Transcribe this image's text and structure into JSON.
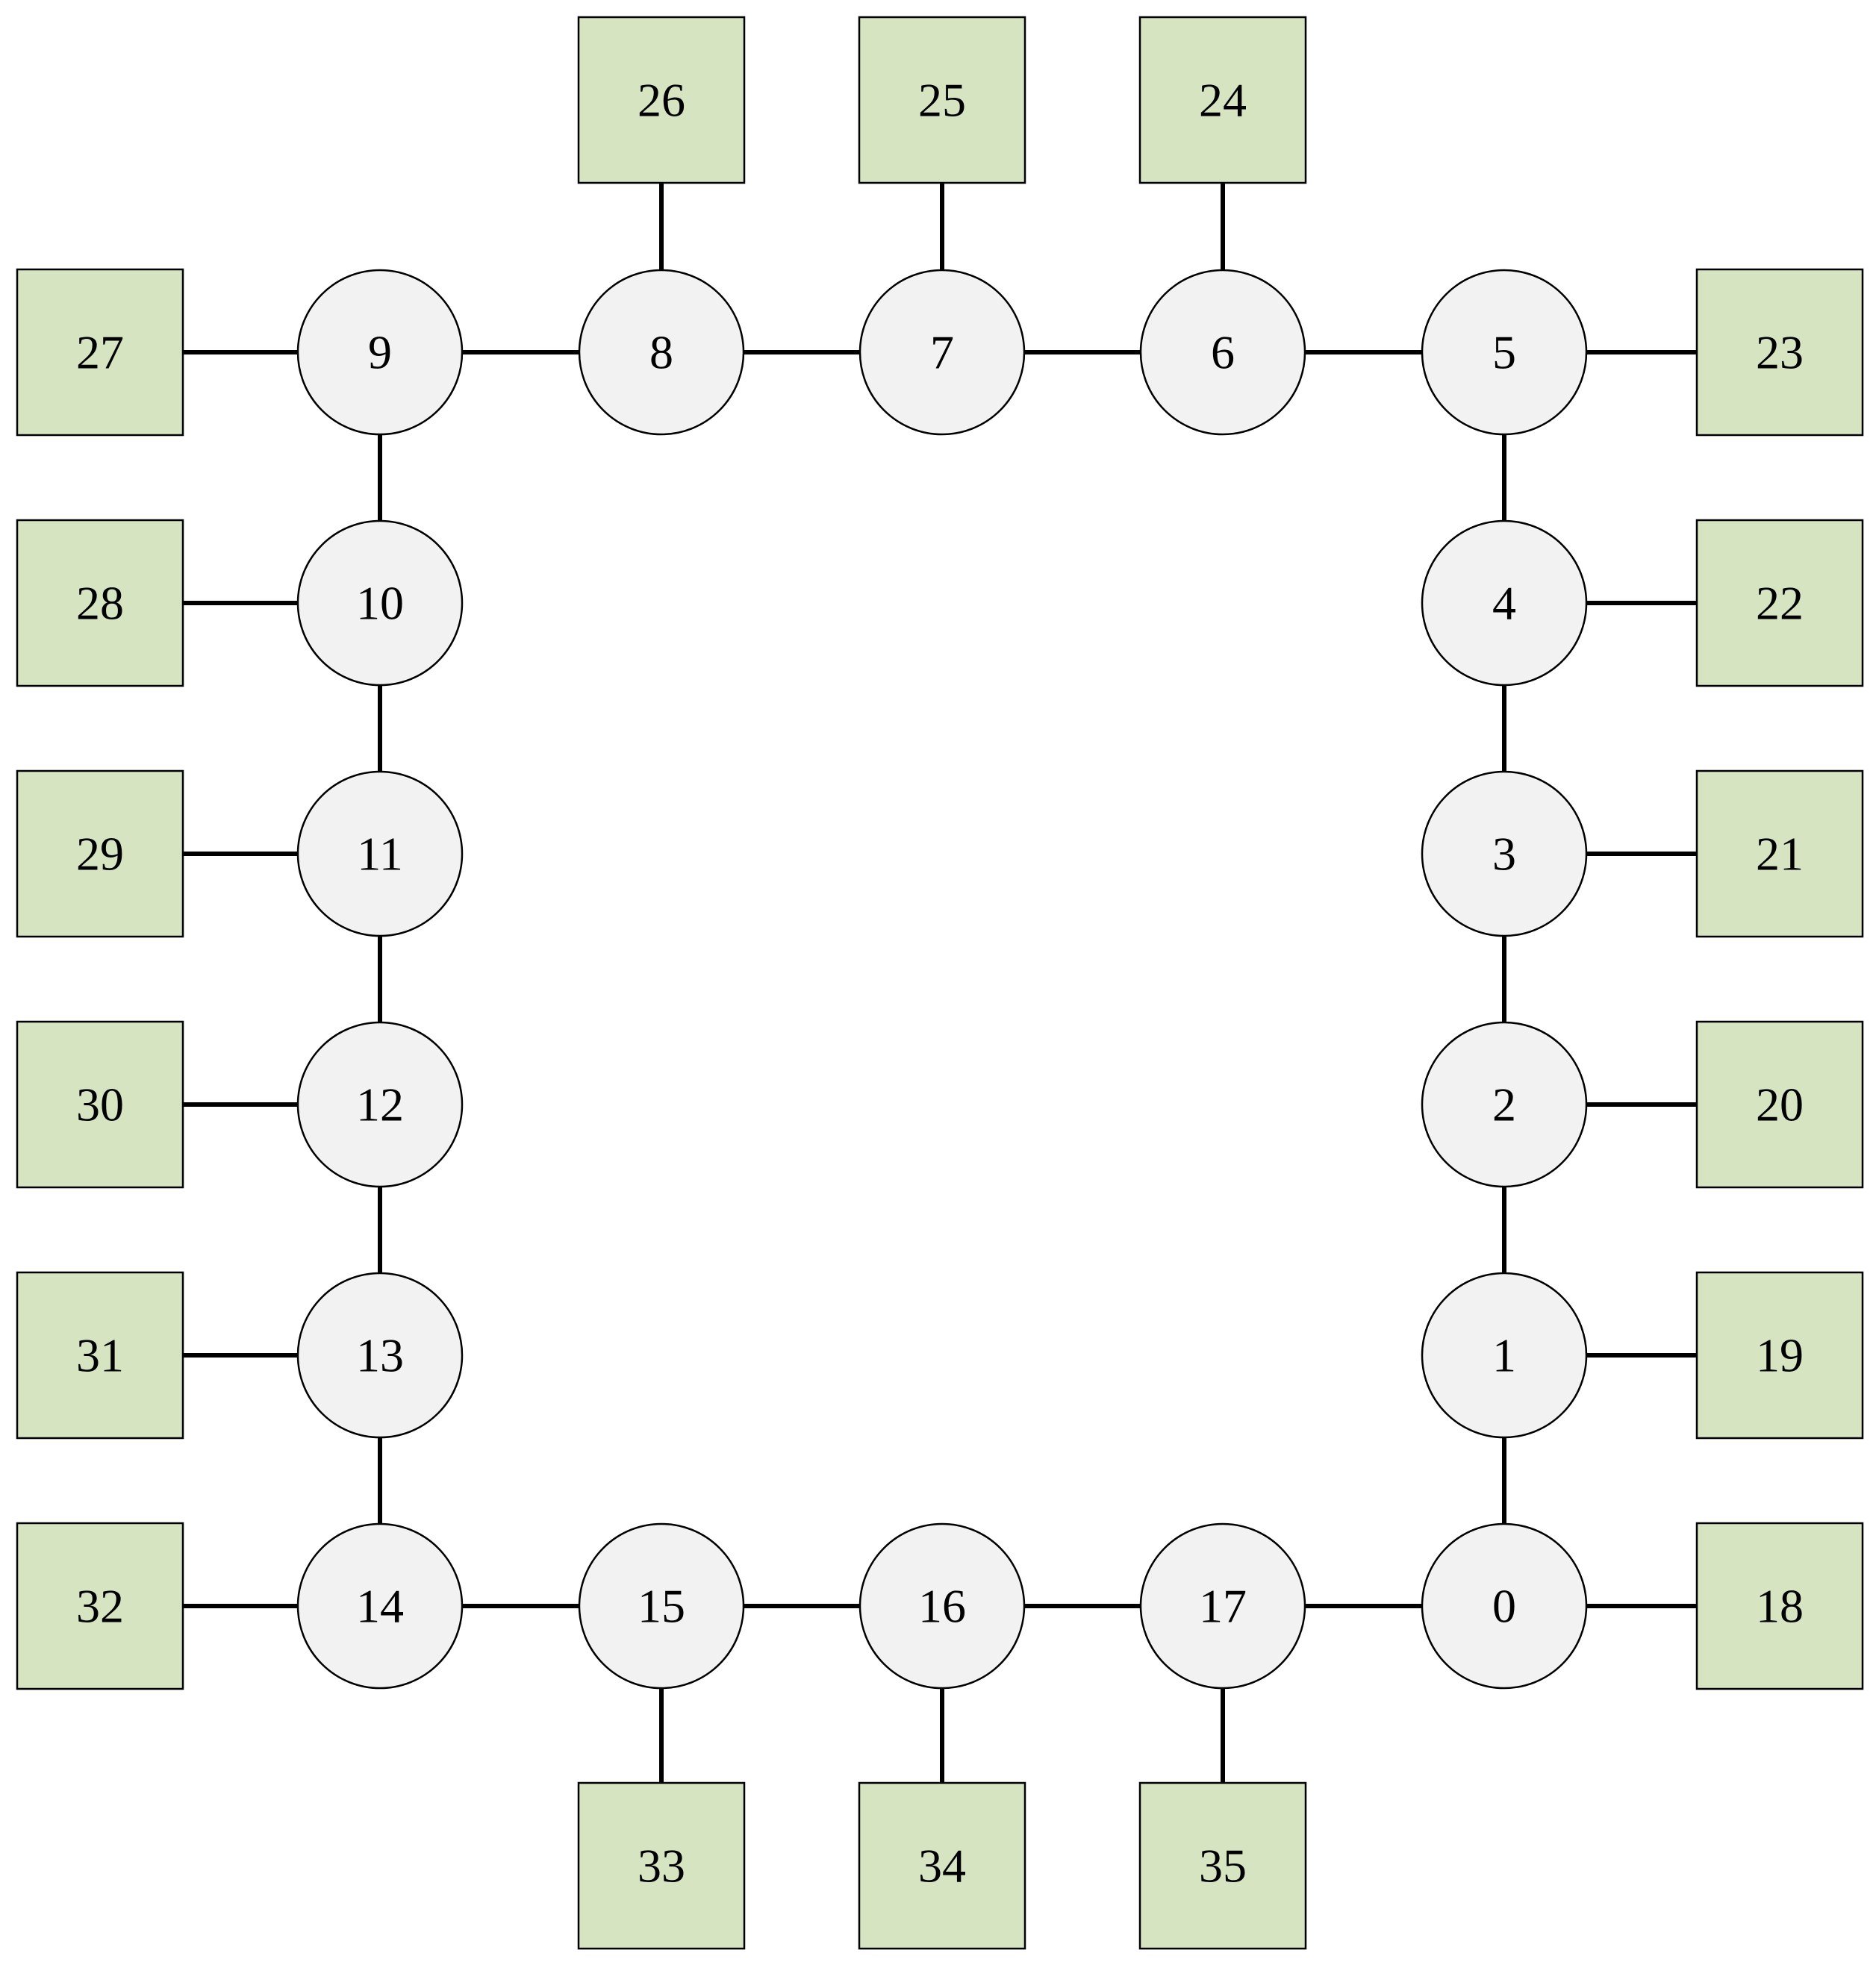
{
  "colors": {
    "ring_node_fill": "#f2f2f2",
    "leaf_node_fill": "#d6e4c2",
    "edge": "#000000"
  },
  "ring_nodes": [
    {
      "id": "0",
      "label": "0"
    },
    {
      "id": "1",
      "label": "1"
    },
    {
      "id": "2",
      "label": "2"
    },
    {
      "id": "3",
      "label": "3"
    },
    {
      "id": "4",
      "label": "4"
    },
    {
      "id": "5",
      "label": "5"
    },
    {
      "id": "6",
      "label": "6"
    },
    {
      "id": "7",
      "label": "7"
    },
    {
      "id": "8",
      "label": "8"
    },
    {
      "id": "9",
      "label": "9"
    },
    {
      "id": "10",
      "label": "10"
    },
    {
      "id": "11",
      "label": "11"
    },
    {
      "id": "12",
      "label": "12"
    },
    {
      "id": "13",
      "label": "13"
    },
    {
      "id": "14",
      "label": "14"
    },
    {
      "id": "15",
      "label": "15"
    },
    {
      "id": "16",
      "label": "16"
    },
    {
      "id": "17",
      "label": "17"
    }
  ],
  "leaf_nodes": [
    {
      "id": "18",
      "label": "18",
      "attached_to": "0"
    },
    {
      "id": "19",
      "label": "19",
      "attached_to": "1"
    },
    {
      "id": "20",
      "label": "20",
      "attached_to": "2"
    },
    {
      "id": "21",
      "label": "21",
      "attached_to": "3"
    },
    {
      "id": "22",
      "label": "22",
      "attached_to": "4"
    },
    {
      "id": "23",
      "label": "23",
      "attached_to": "5"
    },
    {
      "id": "24",
      "label": "24",
      "attached_to": "6"
    },
    {
      "id": "25",
      "label": "25",
      "attached_to": "7"
    },
    {
      "id": "26",
      "label": "26",
      "attached_to": "8"
    },
    {
      "id": "27",
      "label": "27",
      "attached_to": "9"
    },
    {
      "id": "28",
      "label": "28",
      "attached_to": "10"
    },
    {
      "id": "29",
      "label": "29",
      "attached_to": "11"
    },
    {
      "id": "30",
      "label": "30",
      "attached_to": "12"
    },
    {
      "id": "31",
      "label": "31",
      "attached_to": "13"
    },
    {
      "id": "32",
      "label": "32",
      "attached_to": "14"
    },
    {
      "id": "33",
      "label": "33",
      "attached_to": "15"
    },
    {
      "id": "34",
      "label": "34",
      "attached_to": "16"
    },
    {
      "id": "35",
      "label": "35",
      "attached_to": "17"
    }
  ],
  "ring_edges": [
    [
      "0",
      "1"
    ],
    [
      "1",
      "2"
    ],
    [
      "2",
      "3"
    ],
    [
      "3",
      "4"
    ],
    [
      "4",
      "5"
    ],
    [
      "5",
      "6"
    ],
    [
      "6",
      "7"
    ],
    [
      "7",
      "8"
    ],
    [
      "8",
      "9"
    ],
    [
      "9",
      "10"
    ],
    [
      "10",
      "11"
    ],
    [
      "11",
      "12"
    ],
    [
      "12",
      "13"
    ],
    [
      "13",
      "14"
    ],
    [
      "14",
      "15"
    ],
    [
      "15",
      "16"
    ],
    [
      "16",
      "17"
    ],
    [
      "17",
      "0"
    ]
  ]
}
